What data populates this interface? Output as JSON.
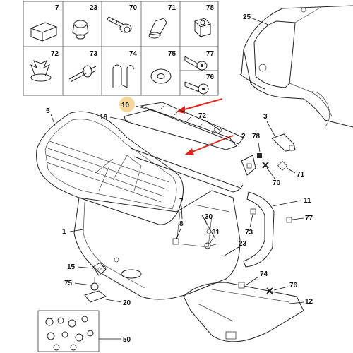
{
  "legend_grid": {
    "row1": [
      "7",
      "23",
      "70",
      "71",
      "78"
    ],
    "row2": [
      "72",
      "73",
      "74",
      "75",
      "77",
      "76"
    ]
  },
  "callouts": {
    "c1": "1",
    "c3": "3",
    "c5": "5",
    "c7": "7",
    "c8": "8",
    "c10": "10",
    "c11": "11",
    "c12": "12",
    "c15": "15",
    "c16": "16",
    "c20": "20",
    "c23": "23",
    "c25": "25",
    "c30": "30",
    "c31": "31",
    "c50": "50",
    "c70": "70",
    "c71": "71",
    "c72": "72",
    "c73": "73",
    "c74": "74",
    "c75": "75",
    "c76": "76",
    "c77": "77",
    "c78": "78",
    "c2": "2"
  },
  "colors": {
    "highlight_circle": "#f6d79a",
    "arrow": "#e3261d",
    "line": "#222222"
  }
}
